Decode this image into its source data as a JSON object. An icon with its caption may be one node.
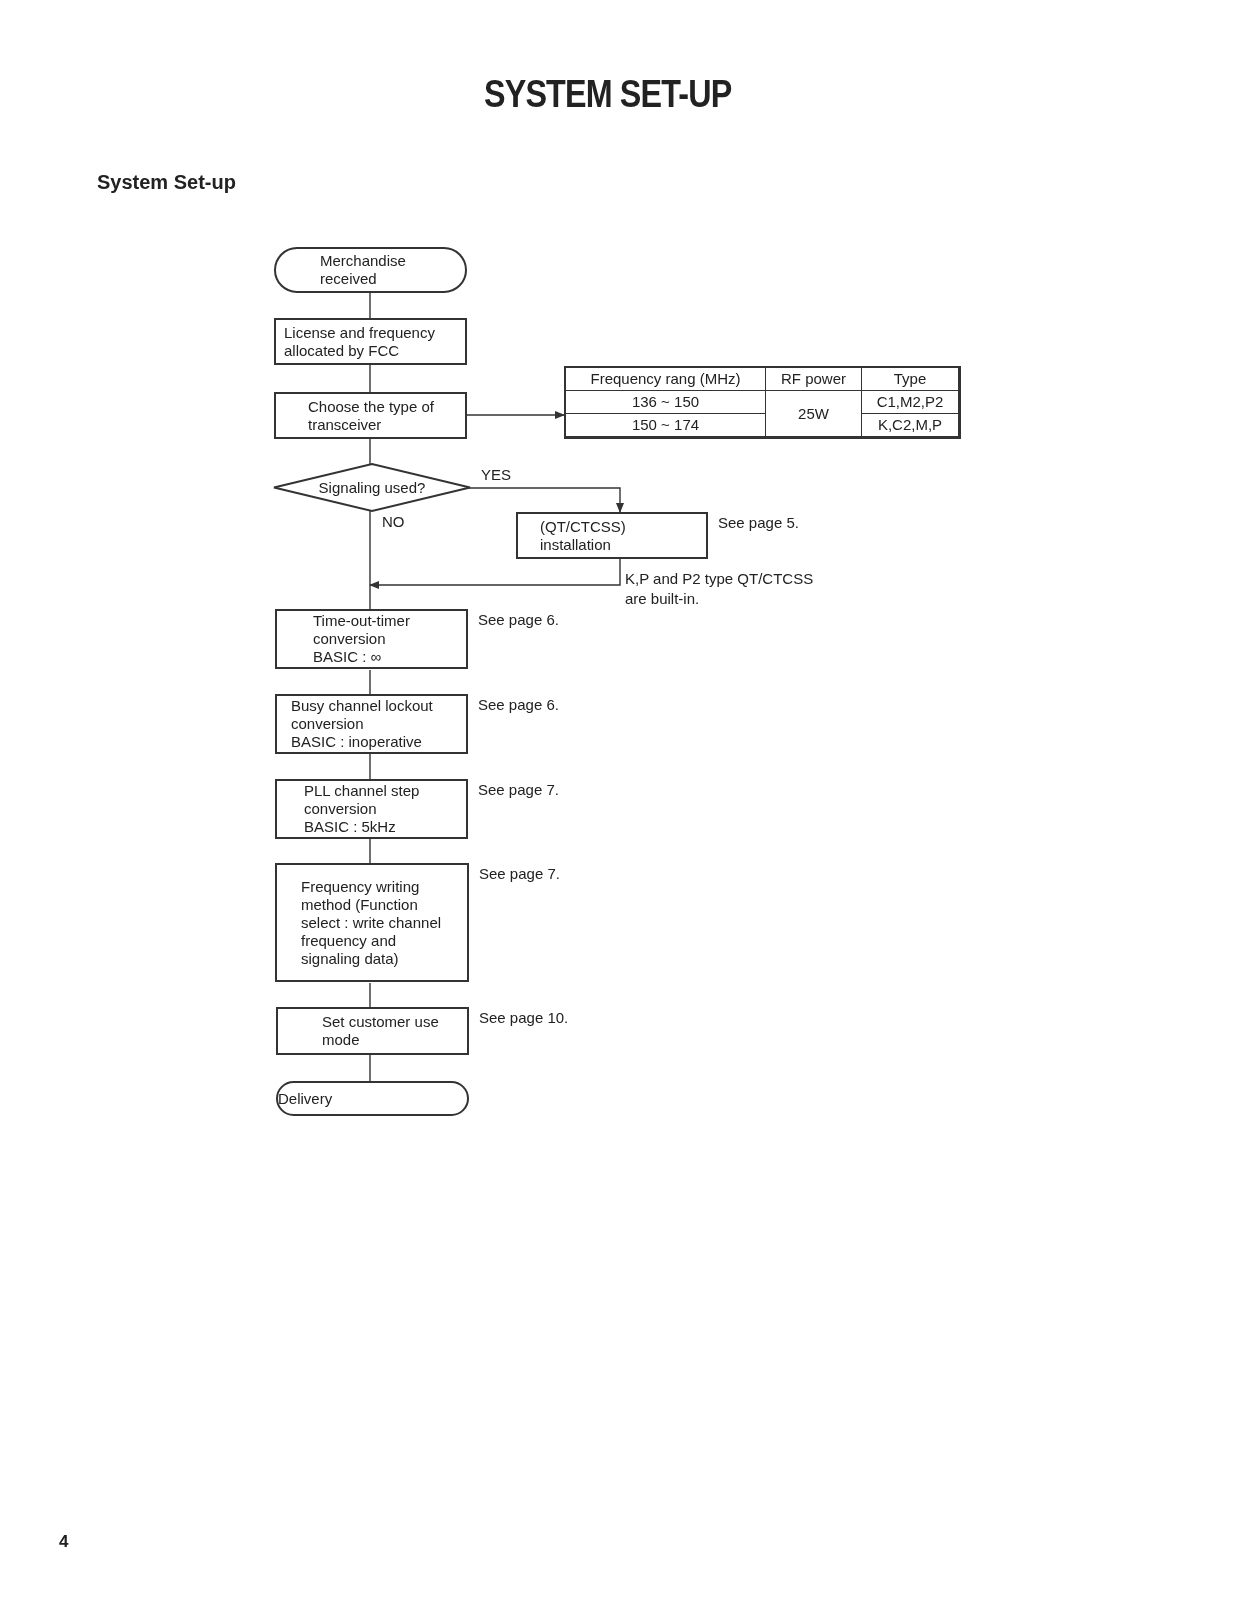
{
  "diagram": {
    "title": "SYSTEM SET-UP",
    "nodes": [
      {
        "text": [
          "Merchandise received"
        ]
      },
      {
        "text": [
          "License and frequency allocated by FCC"
        ]
      },
      {
        "text": [
          "Choose the type of transceiver"
        ]
      },
      {
        "text": [
          "Frequency rang (MHz)",
          "RF power",
          "Type",
          "136 ~ 150",
          "25W",
          "C1,M2,P2",
          "150 ~ 174",
          "K,C2,M,P"
        ]
      },
      {
        "text": [
          "Signaling used?"
        ]
      },
      {
        "text": [
          "(QT/CTCSS) installation"
        ],
        "beside": [
          "See page 5."
        ]
      },
      {
        "text": [
          "Time-out-timer conversion",
          "BASIC : ∞"
        ],
        "beside": [
          "See page 6."
        ]
      },
      {
        "text": [
          "Busy channel lockout conversion",
          "BASIC : inoperative"
        ],
        "beside": [
          "See page 6."
        ]
      },
      {
        "text": [
          "PLL channel step conversion",
          "BASIC : 5kHz"
        ],
        "beside": [
          "See page 7."
        ]
      },
      {
        "text": [
          "Frequency writing method (Function select : write channel frequency and signaling data)"
        ],
        "beside": [
          "See page 7."
        ]
      },
      {
        "text": [
          "Set customer use mode"
        ],
        "beside": [
          "See page 10."
        ]
      },
      {
        "text": [
          "Delivery"
        ]
      }
    ],
    "edges": [
      {
        "from": 0,
        "to": 1,
        "arrow": "none"
      },
      {
        "from": 1,
        "to": 2,
        "arrow": "none"
      },
      {
        "from": 2,
        "to": 3,
        "arrow": "to"
      },
      {
        "from": 2,
        "to": 4,
        "arrow": "none"
      },
      {
        "from": 4,
        "to": 5,
        "arrow": "to",
        "label": "YES"
      },
      {
        "from": 4,
        "to": 6,
        "arrow": "none",
        "label": "NO"
      },
      {
        "from": 5,
        "to": 6,
        "arrow": "to"
      },
      {
        "from": 6,
        "to": 7,
        "arrow": "none"
      },
      {
        "from": 7,
        "to": 8,
        "arrow": "none"
      },
      {
        "from": 8,
        "to": 9,
        "arrow": "none"
      },
      {
        "from": 9,
        "to": 10,
        "arrow": "none"
      },
      {
        "from": 10,
        "to": 11,
        "arrow": "none"
      }
    ],
    "labels": [
      "System Set-up",
      "K,P and P2 type QT/CTCSS are built-in.",
      "4"
    ]
  }
}
